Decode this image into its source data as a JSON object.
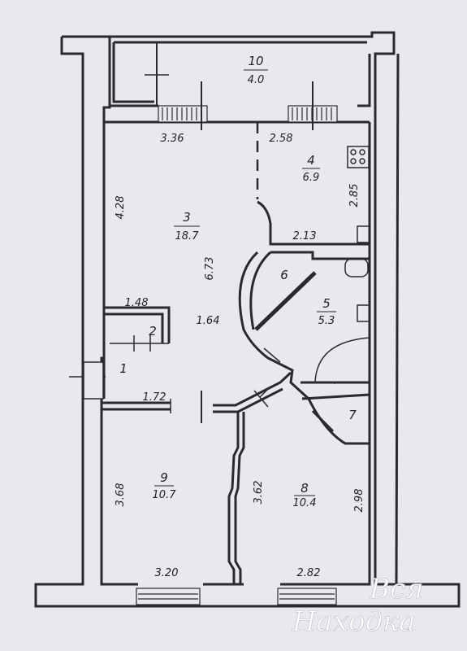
{
  "rooms": [
    {
      "id": "10",
      "number": "10",
      "area": "4.0"
    },
    {
      "id": "4",
      "number": "4",
      "area": "6.9"
    },
    {
      "id": "3",
      "number": "3",
      "area": "18.7"
    },
    {
      "id": "6",
      "number": "6"
    },
    {
      "id": "5",
      "number": "5",
      "area": "5.3"
    },
    {
      "id": "2",
      "number": "2"
    },
    {
      "id": "1",
      "number": "1"
    },
    {
      "id": "7",
      "number": "7"
    },
    {
      "id": "9",
      "number": "9",
      "area": "10.7"
    },
    {
      "id": "8",
      "number": "8",
      "area": "10.4"
    }
  ],
  "dimensions": {
    "d336": "3.36",
    "d258": "2.58",
    "d428": "4.28",
    "d285": "2.85",
    "d673": "6.73",
    "d213": "2.13",
    "d148": "1.48",
    "d164": "1.64",
    "d172": "1.72",
    "d368": "3.68",
    "d362": "3.62",
    "d298": "2.98",
    "d320": "3.20",
    "d282": "2.82"
  },
  "watermark": {
    "line1": "Вся",
    "line2": "Находка"
  },
  "colors": {
    "background": "#e9e8ee",
    "wall": "#2a2a2e",
    "ink": "#222222"
  }
}
